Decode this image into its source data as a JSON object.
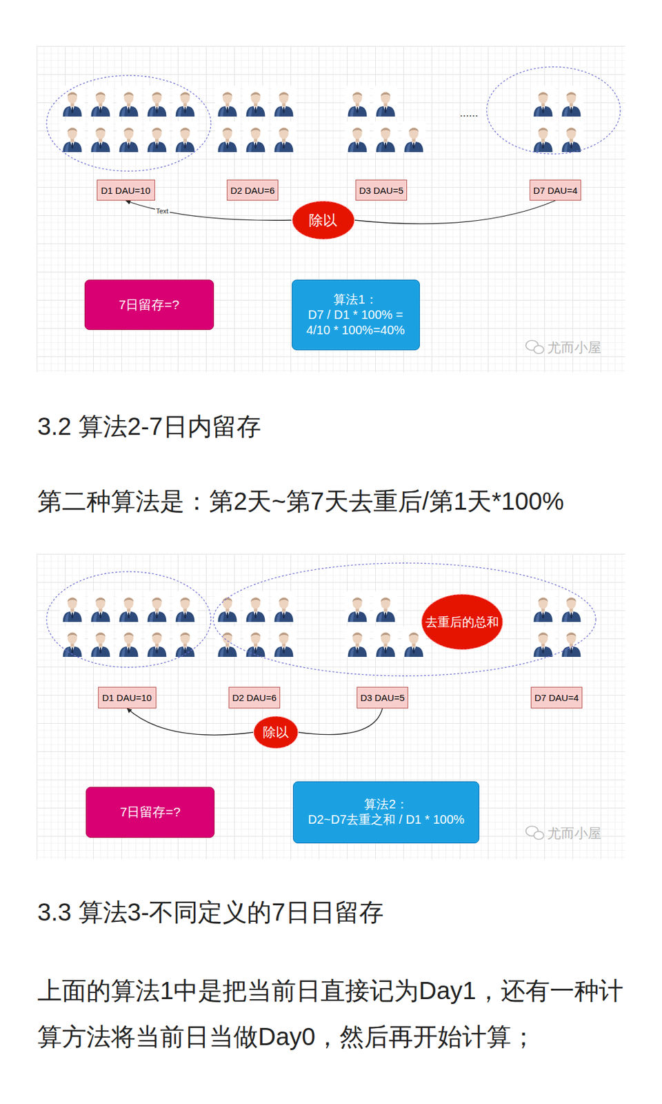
{
  "diagram": {
    "nodes": [
      {
        "text": [
          "D1 DAU=10"
        ]
      },
      {
        "text": [
          "D2 DAU=6"
        ]
      },
      {
        "text": [
          "D3 DAU=5"
        ]
      },
      {
        "text": [
          "D7 DAU=4"
        ]
      },
      {
        "text": [
          "除以"
        ]
      },
      {
        "text": [
          "7日留存=?"
        ]
      },
      {
        "text": [
          "算法1：",
          "D7 / D1 * 100% = 4/10 * 100%=40%"
        ]
      },
      {
        "text": [
          "去重后的总和"
        ]
      },
      {
        "text": [
          "D1 DAU=10"
        ]
      },
      {
        "text": [
          "D2 DAU=6"
        ]
      },
      {
        "text": [
          "D3 DAU=5"
        ]
      },
      {
        "text": [
          "D7 DAU=4"
        ]
      },
      {
        "text": [
          "除以"
        ]
      },
      {
        "text": [
          "7日留存=?"
        ]
      },
      {
        "text": [
          "算法2：",
          "D2~D7去重之和 / D1 * 100%"
        ]
      }
    ],
    "edges": [
      {
        "from": 3,
        "to": 4,
        "arrow": "none"
      },
      {
        "from": 4,
        "to": 0,
        "arrow": "to",
        "label": "Text"
      },
      {
        "from": 10,
        "to": 12,
        "arrow": "none"
      },
      {
        "from": 12,
        "to": 8,
        "arrow": "to"
      }
    ],
    "labels": [
      "......",
      "尤而小屋",
      "3.2 算法2-7日内留存",
      "第二种算法是：第2天~第7天去重后/第1天*100%",
      "尤而小屋",
      "3.3 算法3-不同定义的7日日留存",
      "上面的算法1中是把当前日直接记为Day1，还有一种计算方法将当前日当做Day0，然后再开始计算；"
    ]
  }
}
